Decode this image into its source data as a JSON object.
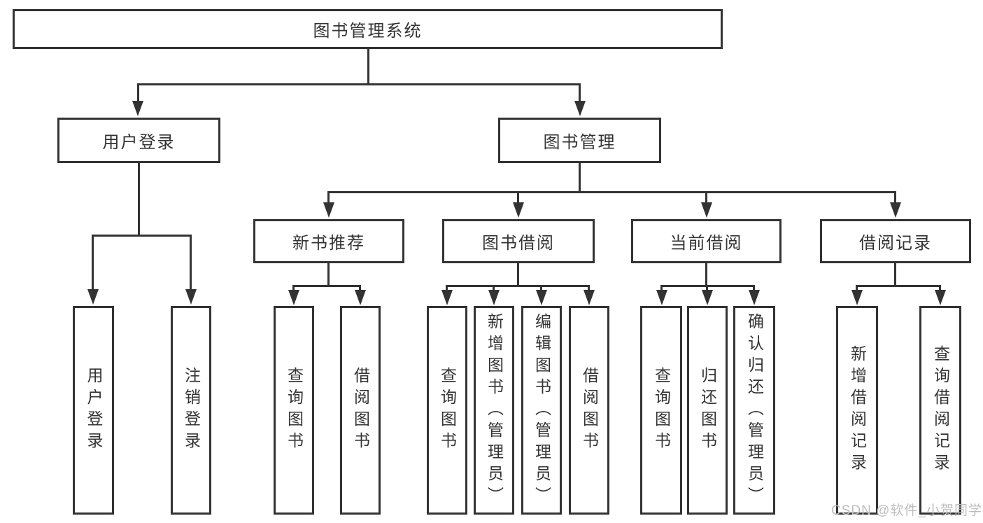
{
  "diagram": {
    "colors": {
      "line": "#333333",
      "text": "#333333",
      "background": "#ffffff",
      "watermark_text": "#bdbdbd"
    },
    "nodes": {
      "root": "图书管理系统",
      "user_login": {
        "label": "用户登录",
        "children": {
          "login": "用户登录",
          "logout": "注销登录"
        }
      },
      "book_mgmt": {
        "label": "图书管理",
        "children": {
          "new_book_rec": {
            "label": "新书推荐",
            "children": {
              "query_book": "查询图书",
              "borrow_book": "借阅图书"
            }
          },
          "book_borrow": {
            "label": "图书借阅",
            "children": {
              "query_book": "查询图书",
              "add_book": "新增图书（管理员）",
              "edit_book": "编辑图书（管理员）",
              "borrow_book": "借阅图书"
            }
          },
          "current_borrow": {
            "label": "当前借阅",
            "children": {
              "query_book": "查询图书",
              "return_book": "归还图书",
              "confirm_return": "确认归还（管理员）"
            }
          },
          "borrow_records": {
            "label": "借阅记录",
            "children": {
              "add_record": "新增借阅记录",
              "query_record": "查询借阅记录"
            }
          }
        }
      }
    },
    "watermark": "CSDN @软件_小贺同学"
  }
}
